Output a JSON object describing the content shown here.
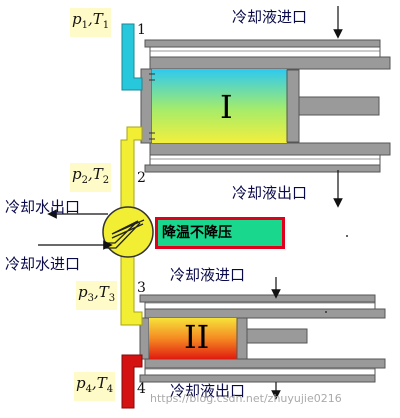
{
  "labels": {
    "p1t1": "p1,T1",
    "p2t2": "p2,T2",
    "p3t3": "p3,T3",
    "p4t4": "p4,T4",
    "n1": "1",
    "n2": "2",
    "n3": "3",
    "n4": "4",
    "stage1": "I",
    "stage2": "II",
    "coolant_in_top": "冷却液进口",
    "coolant_out_top": "冷却液出口",
    "coolant_in_bottom": "冷却液进口",
    "coolant_out_bottom": "冷却液出口",
    "water_out": "冷却水出口",
    "water_in": "冷却水进口",
    "note": "降温不降压"
  },
  "watermark": "https://blog.csdn.net/zhuyujie0216",
  "colors": {
    "pipe_inlet": "#28c8dc",
    "pipe_mid": "#f2ee34",
    "pipe_outlet": "#d41212",
    "cylinder": "#9a9a9a",
    "note_bg": "#19d88e",
    "note_border": "#e0001c"
  }
}
